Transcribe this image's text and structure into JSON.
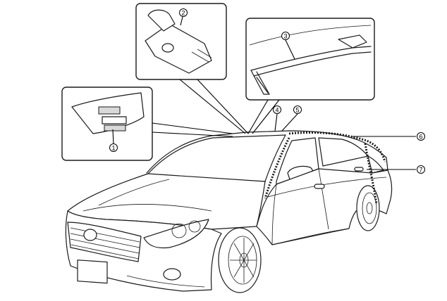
{
  "callouts": [
    {
      "id": "c1",
      "label": "1"
    },
    {
      "id": "c2",
      "label": "2"
    },
    {
      "id": "c3",
      "label": "3"
    },
    {
      "id": "c4",
      "label": "4"
    },
    {
      "id": "c5",
      "label": "5"
    },
    {
      "id": "c6",
      "label": "6"
    },
    {
      "id": "c7",
      "label": "7"
    }
  ]
}
